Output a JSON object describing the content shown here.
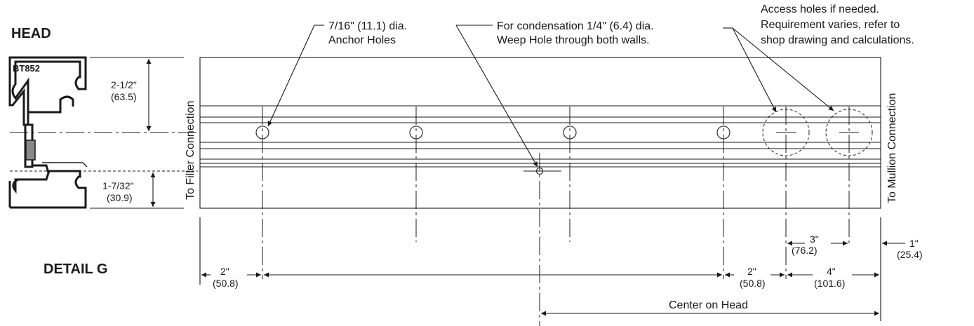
{
  "labels": {
    "section_title": "HEAD",
    "detail_title": "DETAIL G",
    "profile_code": "BT852",
    "filler_connection": "To Filler Connection",
    "mullion_connection": "To Mullion Connection"
  },
  "profile_dims": {
    "upper": {
      "imperial": "2-1/2\"",
      "metric": "(63.5)"
    },
    "lower": {
      "imperial": "1-7/32\"",
      "metric": "(30.9)"
    }
  },
  "callouts": {
    "anchor": {
      "line1": "7/16\" (11.1) dia.",
      "line2": "Anchor Holes"
    },
    "weep": {
      "line1": "For condensation 1/4\" (6.4) dia.",
      "line2": "Weep Hole through both walls."
    },
    "access": {
      "line1": "Access holes if needed.",
      "line2": "Requirement varies, refer to",
      "line3": "shop drawing and calculations."
    }
  },
  "dimensions": {
    "left_end": {
      "imperial": "2\"",
      "metric": "(50.8)"
    },
    "right_anchor": {
      "imperial": "2\"",
      "metric": "(50.8)"
    },
    "access_span": {
      "imperial": "4\"",
      "metric": "(101.6)"
    },
    "access_spacing": {
      "imperial": "3\"",
      "metric": "(76.2)"
    },
    "end_gap": {
      "imperial": "1\"",
      "metric": "(25.4)"
    },
    "center_on_head": "Center on Head"
  }
}
